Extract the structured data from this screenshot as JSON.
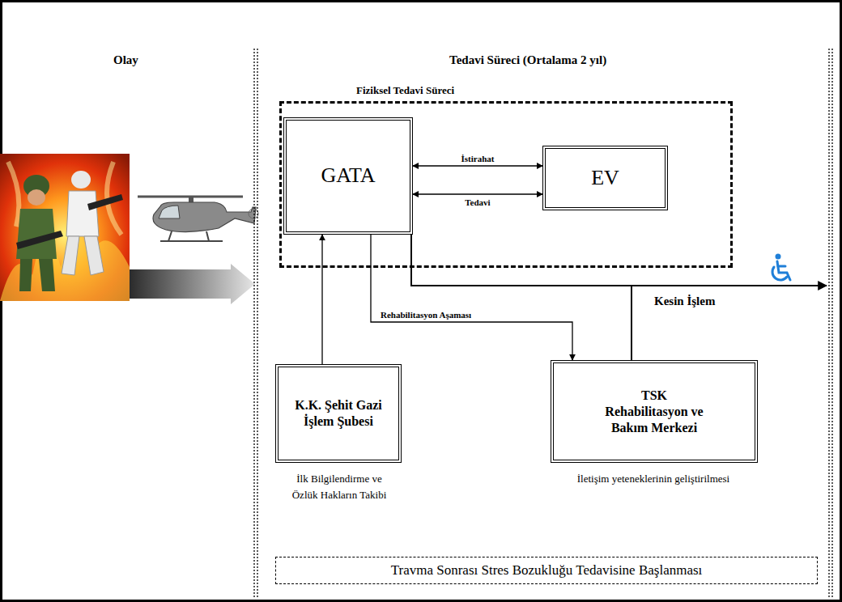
{
  "diagram": {
    "nodes": [
      {
        "text": [
          "Fiziksel Tedavi Süreci"
        ]
      },
      {
        "text": [
          "GATA"
        ],
        "in": 0
      },
      {
        "text": [
          "EV"
        ],
        "in": 0
      },
      {
        "text": [
          "K.K. Şehit Gazi İşlem Şubesi"
        ]
      },
      {
        "text": [
          "TSK Rehabilitasyon ve Bakım Merkezi"
        ]
      },
      {
        "text": [
          "Travma Sonrası Stres Bozukluğu Tedavisine Başlanması"
        ]
      }
    ],
    "edges": [
      {
        "from": 1,
        "to": 2,
        "label": "İstirahat",
        "arrow": "both"
      },
      {
        "from": 1,
        "to": 2,
        "label": "Tedavi",
        "arrow": "both"
      },
      {
        "from": 3,
        "to": 1,
        "arrow": "to"
      },
      {
        "from": 1,
        "to": 4,
        "label": "Rehabilitasyon Aşaması",
        "arrow": "to"
      },
      {
        "from": 1,
        "to": 4,
        "arrow": "none"
      }
    ],
    "labels": [
      "Olay",
      "Tedavi Süreci (Ortalama 2 yıl)",
      "İlk Bilgilendirme ve Özlük Hakların Takibi",
      "İletişim yeteneklerinin geliştirilmesi",
      "Kesin İşlem"
    ]
  }
}
